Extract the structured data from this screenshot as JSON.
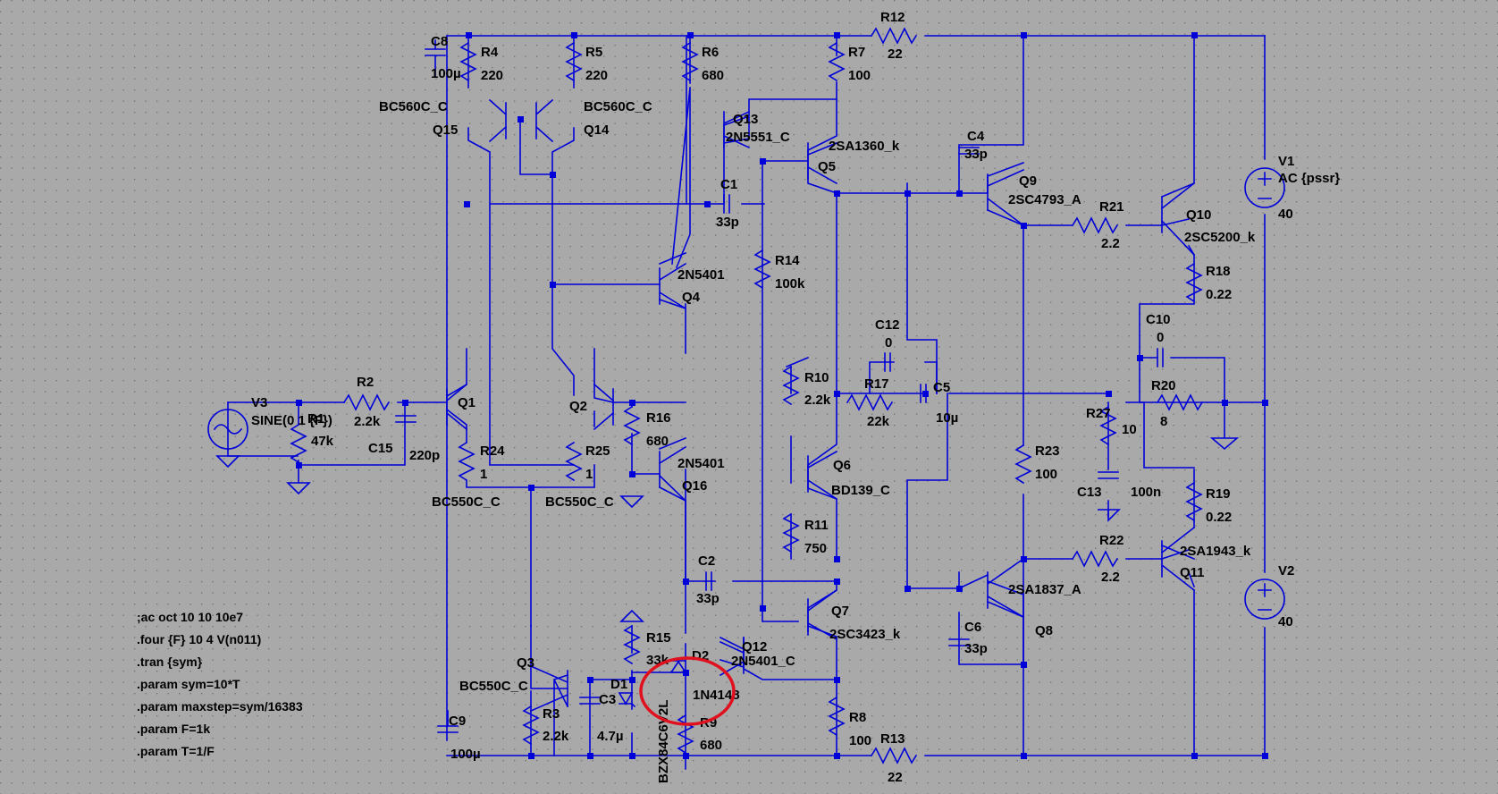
{
  "labels": {
    "C8": "C8",
    "C8_v": "100µ",
    "R4": "R4",
    "R4_v": "220",
    "R5": "R5",
    "R5_v": "220",
    "R6": "R6",
    "R6_v": "680",
    "R7": "R7",
    "R7_v": "100",
    "R12": "R12",
    "R12_v": "22",
    "Q15_m": "BC560C_C",
    "Q15": "Q15",
    "Q14_m": "BC560C_C",
    "Q14": "Q14",
    "Q13": "Q13",
    "Q13_m": "2N5551_C",
    "Q5_m": "2SA1360_k",
    "Q5": "Q5",
    "C4": "C4",
    "C4_v": "33p",
    "Q9": "Q9",
    "Q9_m": "2SC4793_A",
    "V1": "V1",
    "V1_v": "AC {pssr}",
    "V1_n": "40",
    "C1": "C1",
    "C1_v": "33p",
    "R21": "R21",
    "R21_v": "2.2",
    "Q10": "Q10",
    "Q10_m": "2SC5200_k",
    "R18": "R18",
    "R18_v": "0.22",
    "Q4_m": "2N5401",
    "Q4": "Q4",
    "R14": "R14",
    "R14_v": "100k",
    "C12": "C12",
    "C12_v": "0",
    "C10": "C10",
    "C10_v": "0",
    "V3": "V3",
    "V3_v": "SINE(0 1 {F})",
    "R2": "R2",
    "R2_v": "2.2k",
    "R1": "R1",
    "R1_v": "47k",
    "C15": "C15",
    "C15_v": "220p",
    "Q1": "Q1",
    "Q2": "Q2",
    "R10": "R10",
    "R10_v": "2.2k",
    "R17": "R17",
    "R17_v": "22k",
    "C5": "C5",
    "C5_v": "10µ",
    "R27": "R27",
    "R27_v": "10",
    "R20": "R20",
    "R20_v": "8",
    "R16": "R16",
    "R16_v": "680",
    "R24": "R24",
    "R24_v": "1",
    "R25": "R25",
    "R25_v": "1",
    "Q16_m": "2N5401",
    "Q16": "Q16",
    "Q6": "Q6",
    "Q6_m": "BD139_C",
    "R23": "R23",
    "R23_v": "100",
    "C13": "C13",
    "C13_v": "100n",
    "R19": "R19",
    "R19_v": "0.22",
    "Q1_m": "BC550C_C",
    "Q2_m": "BC550C_C",
    "R11": "R11",
    "R11_v": "750",
    "R22": "R22",
    "R22_v": "2.2",
    "Q11_m": "2SA1943_k",
    "Q11": "Q11",
    "C2": "C2",
    "C2_v": "33p",
    "Q8_m": "2SA1837_A",
    "Q8": "Q8",
    "V2": "V2",
    "V2_n": "40",
    "Q7": "Q7",
    "Q7_m": "2SC3423_k",
    "C6": "C6",
    "C6_v": "33p",
    "R15": "R15",
    "R15_v": "33k",
    "Q12": "Q12",
    "Q12_m": "2N5401_C",
    "D2": "D2",
    "D2_m": "1N4148",
    "Q3": "Q3",
    "Q3_m": "BC550C_C",
    "D1": "D1",
    "D1_m": "BZX84C6V2L",
    "C3": "C3",
    "C3_v": "4.7µ",
    "C9": "C9",
    "C9_v": "100µ",
    "R3": "R3",
    "R3_v": "2.2k",
    "R9": "R9",
    "R9_v": "680",
    "R8": "R8",
    "R8_v": "100",
    "R13": "R13",
    "R13_v": "22"
  },
  "directives": [
    ";ac oct 10 10 10e7",
    ".four {F} 10 4 V(n011)",
    ".tran {sym}",
    ".param sym=10*T",
    ".param maxstep=sym/16383",
    ".param F=1k",
    ".param T=1/F"
  ],
  "colors": {
    "background": "#a9a9a9",
    "wire": "#0000d8",
    "grid_dot": "#6e6e6e",
    "highlight": "#e0101e"
  }
}
